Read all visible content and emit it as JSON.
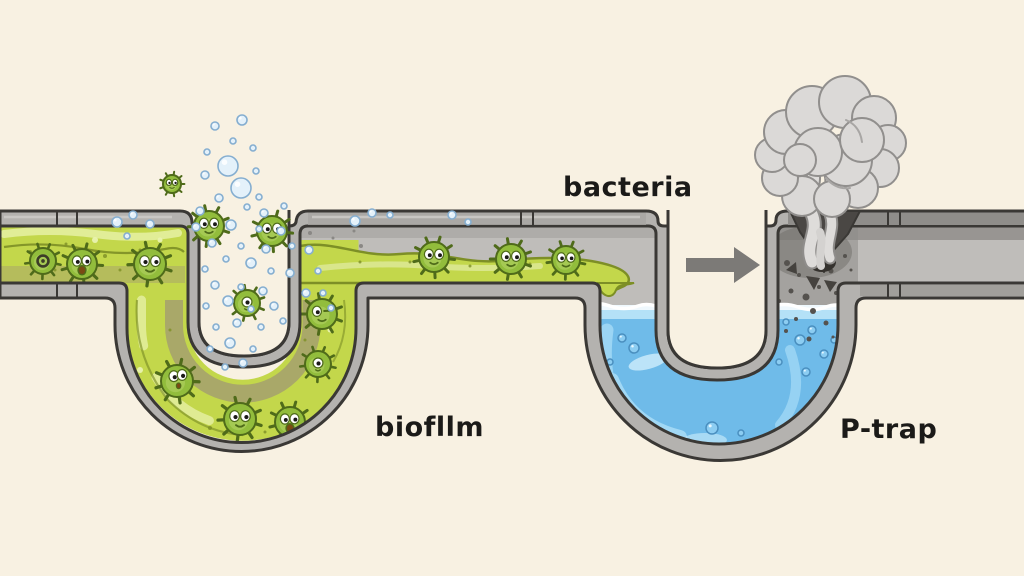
{
  "title": "P-trap biofilm diagram",
  "labels": {
    "bacteria": "bacteria",
    "biofilm": "biofllm",
    "ptrap": "P-trap"
  },
  "colors": {
    "background": "#f8f1e2",
    "outline": "#3a3835",
    "pipe_fill": "#b4b2af",
    "pipe_band_dark": "#8f8d8a",
    "pipe_band_mid": "#a7a5a2",
    "interior_air": "#bfbdba",
    "biofilm": "#c3d74b",
    "biofilm_dark": "#7d8f26",
    "biofilm_light": "#e4efa0",
    "olive": "#a39c71",
    "bacteria_body": "#92bd3c",
    "bacteria_edge": "#4f6b1a",
    "bacteria_light": "#b4d466",
    "bubble_fill": "#e4f1fa",
    "bubble_edge": "#85aed0",
    "water": "#6fbbe9",
    "water_light": "#b4e1f7",
    "water_streak": "#a6dcf6",
    "water_surface": "#eff8fd",
    "wbubble_fill": "#8ccdf2",
    "wbubble_edge": "#4a8fbf",
    "smoke": "#dbd9d7",
    "smoke_edge": "#918f8d",
    "grime": "#45423e",
    "arrow": "#7c7a77",
    "text": "#1b1a18"
  },
  "scene": {
    "bubbles_air": [
      [
        242,
        120,
        5
      ],
      [
        215,
        126,
        4
      ],
      [
        233,
        141,
        3
      ],
      [
        253,
        148,
        3
      ],
      [
        207,
        152,
        3
      ],
      [
        228,
        166,
        10
      ],
      [
        241,
        188,
        10
      ],
      [
        205,
        175,
        4
      ],
      [
        256,
        171,
        3
      ],
      [
        219,
        198,
        4
      ],
      [
        259,
        197,
        3
      ],
      [
        200,
        211,
        4
      ],
      [
        247,
        207,
        3
      ],
      [
        264,
        213,
        4
      ],
      [
        284,
        206,
        3
      ],
      [
        196,
        227,
        4
      ],
      [
        231,
        225,
        5
      ],
      [
        259,
        229,
        3
      ],
      [
        281,
        231,
        4
      ],
      [
        292,
        246,
        3
      ],
      [
        212,
        243,
        4
      ],
      [
        241,
        246,
        3
      ],
      [
        266,
        249,
        4
      ],
      [
        226,
        259,
        3
      ],
      [
        251,
        263,
        5
      ],
      [
        205,
        269,
        3
      ],
      [
        271,
        271,
        3
      ],
      [
        290,
        273,
        4
      ],
      [
        215,
        285,
        4
      ],
      [
        241,
        287,
        3
      ],
      [
        263,
        291,
        4
      ],
      [
        228,
        301,
        5
      ],
      [
        206,
        306,
        3
      ],
      [
        251,
        309,
        3
      ],
      [
        274,
        306,
        4
      ],
      [
        237,
        323,
        4
      ],
      [
        216,
        327,
        3
      ],
      [
        261,
        327,
        3
      ],
      [
        283,
        321,
        3
      ],
      [
        230,
        343,
        5
      ],
      [
        253,
        349,
        3
      ],
      [
        210,
        349,
        3
      ],
      [
        243,
        363,
        4
      ],
      [
        225,
        367,
        3
      ],
      [
        117,
        222,
        5
      ],
      [
        133,
        215,
        4
      ],
      [
        150,
        224,
        4
      ],
      [
        127,
        236,
        3
      ],
      [
        355,
        221,
        5
      ],
      [
        372,
        213,
        4
      ],
      [
        390,
        215,
        3
      ],
      [
        452,
        215,
        4
      ],
      [
        468,
        222,
        3
      ],
      [
        309,
        250,
        4
      ],
      [
        318,
        271,
        3
      ],
      [
        306,
        293,
        4
      ],
      [
        323,
        293,
        3
      ],
      [
        331,
        308,
        3
      ]
    ],
    "bubbles_water": [
      [
        622,
        338,
        4
      ],
      [
        610,
        362,
        3
      ],
      [
        634,
        348,
        5
      ],
      [
        625,
        420,
        7
      ],
      [
        660,
        436,
        5
      ],
      [
        688,
        442,
        3
      ],
      [
        712,
        428,
        6
      ],
      [
        741,
        433,
        3
      ],
      [
        786,
        322,
        3
      ],
      [
        800,
        340,
        5
      ],
      [
        812,
        330,
        4
      ],
      [
        824,
        354,
        4
      ],
      [
        779,
        362,
        3
      ],
      [
        806,
        372,
        4
      ],
      [
        834,
        340,
        3
      ]
    ],
    "bacteria": [
      [
        43,
        261,
        13,
        "dot",
        0,
        0
      ],
      [
        82,
        264,
        15,
        "open",
        -8,
        0
      ],
      [
        150,
        264,
        16,
        "smile",
        6,
        0
      ],
      [
        434,
        257,
        15,
        "smile",
        -5,
        0
      ],
      [
        511,
        259,
        15,
        "smile",
        8,
        0
      ],
      [
        566,
        260,
        14,
        "smile",
        0,
        0
      ],
      [
        177,
        381,
        16,
        "worried",
        -10,
        0
      ],
      [
        240,
        419,
        16,
        "smile",
        5,
        0
      ],
      [
        290,
        422,
        15,
        "open",
        -6,
        0
      ],
      [
        322,
        314,
        15,
        "wink",
        8,
        0
      ],
      [
        318,
        364,
        13,
        "oneeye",
        0,
        0
      ],
      [
        172,
        184,
        9,
        "smile",
        -12,
        1
      ],
      [
        209,
        226,
        15,
        "smile",
        6,
        1
      ],
      [
        272,
        231,
        15,
        "smile",
        -6,
        1
      ],
      [
        247,
        303,
        13,
        "oneeye",
        10,
        1
      ]
    ],
    "speckles_gray": [
      [
        310,
        233,
        2
      ],
      [
        320,
        244,
        2.5
      ],
      [
        309,
        258,
        1.5
      ],
      [
        323,
        267,
        2
      ],
      [
        333,
        238,
        1.5
      ],
      [
        342,
        253,
        2
      ],
      [
        354,
        231,
        1.5
      ],
      [
        331,
        276,
        2
      ],
      [
        313,
        277,
        1.5
      ],
      [
        347,
        270,
        1.5
      ],
      [
        361,
        246,
        2
      ],
      [
        371,
        261,
        1.5
      ],
      [
        305,
        222,
        2
      ],
      [
        338,
        222,
        1.5
      ]
    ],
    "speckles_dark": [
      [
        775,
        251,
        2.5
      ],
      [
        787,
        263,
        3
      ],
      [
        799,
        275,
        2
      ],
      [
        811,
        267,
        2.5
      ],
      [
        821,
        253,
        2
      ],
      [
        791,
        291,
        2.5
      ],
      [
        806,
        297,
        3.5
      ],
      [
        819,
        287,
        2
      ],
      [
        779,
        301,
        2
      ],
      [
        831,
        271,
        2.5
      ],
      [
        836,
        293,
        2
      ],
      [
        813,
        311,
        3
      ],
      [
        796,
        319,
        2
      ],
      [
        826,
        323,
        2.5
      ],
      [
        786,
        331,
        2
      ],
      [
        809,
        339,
        2.5
      ],
      [
        833,
        337,
        1.5
      ],
      [
        773,
        313,
        1.5
      ],
      [
        841,
        317,
        2
      ],
      [
        759,
        243,
        2.5
      ],
      [
        766,
        254,
        2
      ],
      [
        845,
        256,
        2
      ],
      [
        851,
        270,
        1.5
      ],
      [
        770,
        237,
        2
      ]
    ],
    "speckles_green": [
      [
        30,
        252,
        2
      ],
      [
        55,
        270,
        1.5
      ],
      [
        105,
        256,
        2
      ],
      [
        120,
        270,
        1.5
      ],
      [
        140,
        250,
        1.5
      ],
      [
        66,
        244,
        1.5
      ],
      [
        163,
        270,
        2
      ],
      [
        360,
        262,
        1.5
      ],
      [
        410,
        262,
        1.5
      ],
      [
        470,
        266,
        1.5
      ],
      [
        530,
        264,
        1.5
      ],
      [
        148,
        395,
        2
      ],
      [
        210,
        428,
        2
      ],
      [
        265,
        432,
        1.5
      ],
      [
        305,
        340,
        1.5
      ],
      [
        170,
        330,
        1.5
      ]
    ],
    "speckles_lime": [
      [
        95,
        240,
        3
      ],
      [
        160,
        240,
        2.5
      ],
      [
        445,
        252,
        2.5
      ],
      [
        520,
        256,
        2
      ],
      [
        140,
        370,
        3
      ],
      [
        250,
        418,
        2.5
      ],
      [
        330,
        330,
        2.5
      ]
    ],
    "smoke_puffs": [
      [
        802,
        196,
        20
      ],
      [
        780,
        178,
        18
      ],
      [
        772,
        155,
        17
      ],
      [
        786,
        132,
        22
      ],
      [
        812,
        112,
        26
      ],
      [
        845,
        102,
        26
      ],
      [
        874,
        118,
        22
      ],
      [
        888,
        143,
        18
      ],
      [
        880,
        168,
        19
      ],
      [
        858,
        188,
        20
      ],
      [
        832,
        199,
        18
      ],
      [
        846,
        160,
        26
      ],
      [
        818,
        152,
        24
      ],
      [
        800,
        160,
        16
      ],
      [
        862,
        140,
        22
      ]
    ]
  }
}
